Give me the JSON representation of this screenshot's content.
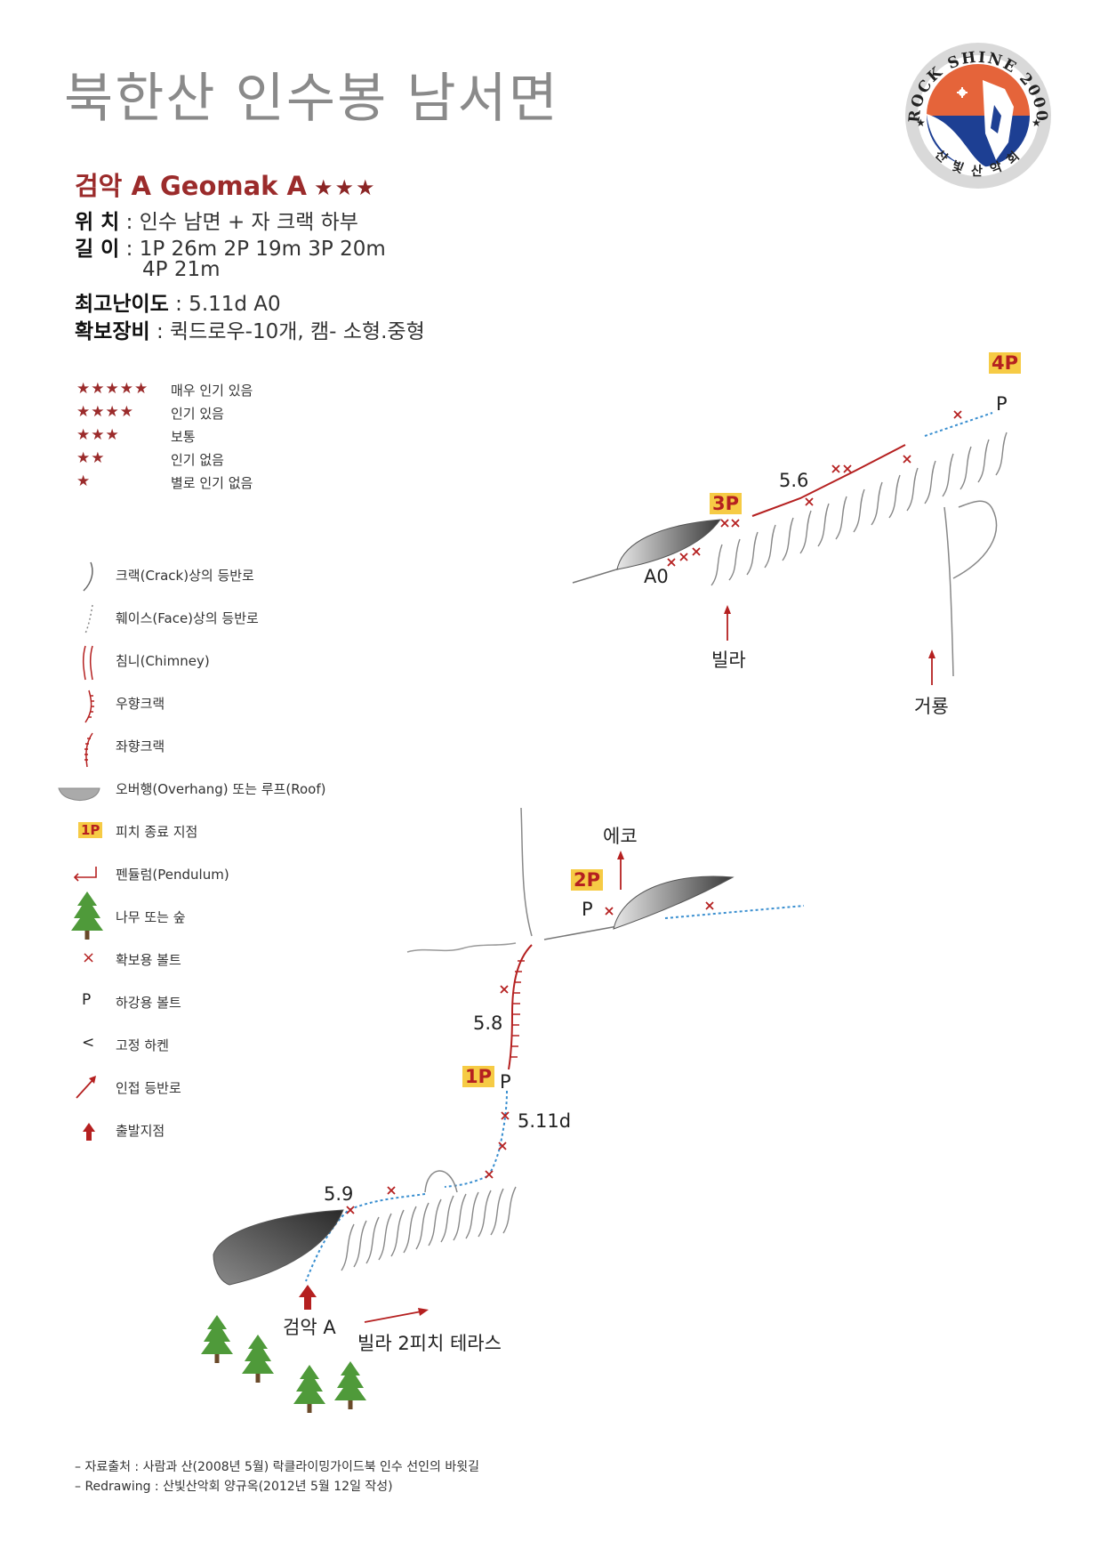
{
  "title": "북한산 인수봉 남서면",
  "logo": {
    "text_top": "ROCK SHINE 2000",
    "text_bottom": "산 빛 산 악 회"
  },
  "route": {
    "name": "검악 A Geomak A",
    "stars": "★★★"
  },
  "info": {
    "location_label": "위 치",
    "location_value": ": 인수 남면 + 자 크랙 하부",
    "length_label": "길 이",
    "length_value": ": 1P 26m  2P 19m  3P 20m",
    "length_value2": "4P 21m",
    "grade_label": "최고난이도",
    "grade_value": ": 5.11d  A0",
    "gear_label": "확보장비",
    "gear_value": ": 퀵드로우-10개, 캠- 소형.중형"
  },
  "star_legend": [
    {
      "stars": "★★★★★",
      "label": "매우 인기 있음"
    },
    {
      "stars": "★★★★",
      "label": "인기 있음"
    },
    {
      "stars": "★★★",
      "label": "보통"
    },
    {
      "stars": "★★",
      "label": "인기 없음"
    },
    {
      "stars": "★",
      "label": "별로 인기 없음"
    }
  ],
  "symbol_legend": [
    {
      "icon": "crack-line-icon",
      "label": "크랙(Crack)상의 등반로"
    },
    {
      "icon": "face-line-icon",
      "label": "훼이스(Face)상의 등반로"
    },
    {
      "icon": "chimney-icon",
      "label": "침니(Chimney)"
    },
    {
      "icon": "right-crack-icon",
      "label": "우향크랙"
    },
    {
      "icon": "left-crack-icon",
      "label": "좌향크랙"
    },
    {
      "icon": "overhang-icon",
      "label": "오버행(Overhang) 또는 루프(Roof)"
    },
    {
      "icon": "pitch-end-icon",
      "label": "피치 종료 지점",
      "badge": "1P"
    },
    {
      "icon": "pendulum-icon",
      "label": "펜듈럼(Pendulum)"
    },
    {
      "icon": "tree-icon",
      "label": "나무 또는 숲"
    },
    {
      "icon": "bolt-icon",
      "label": "확보용 볼트",
      "glyph": "×"
    },
    {
      "icon": "rappel-bolt-icon",
      "label": "하강용 볼트",
      "glyph": "P"
    },
    {
      "icon": "piton-icon",
      "label": "고정 하켄",
      "glyph": "<"
    },
    {
      "icon": "adjacent-route-icon",
      "label": "인접 등반로"
    },
    {
      "icon": "start-icon",
      "label": "출발지점"
    }
  ],
  "upper_diagram": {
    "badges": {
      "p3": "3P",
      "p4": "4P"
    },
    "labels": {
      "grade": "5.6",
      "aid": "A0",
      "rappel": "P",
      "villa": "빌라",
      "georyong": "거룡"
    }
  },
  "lower_diagram": {
    "badges": {
      "p1": "1P",
      "p2": "2P"
    },
    "labels": {
      "eko": "에코",
      "g58": "5.8",
      "g511": "5.11d",
      "g59": "5.9",
      "rappel1": "P",
      "rappel2": "P",
      "start": "검악 A",
      "terrace": "빌라 2피치 테라스"
    }
  },
  "footer": {
    "line1": "– 자료출처 : 사람과 산(2008년 5월) 락클라이밍가이드북 인수 선인의 바윗길",
    "line2": "– Redrawing : 산빛산악회 양규옥(2012년 5월 12일 작성)"
  },
  "colors": {
    "route_red": "#b52020",
    "face_blue": "#3a8fd0",
    "badge_yellow": "#f6cb45",
    "title_grey": "#8a8a8a"
  }
}
